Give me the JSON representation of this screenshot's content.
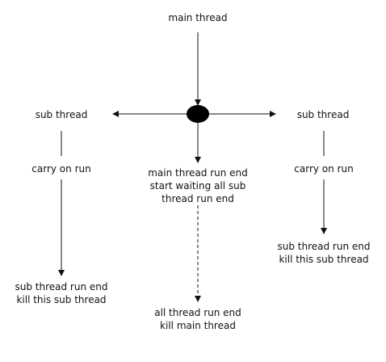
{
  "diagram": {
    "main_thread_label": "main thread",
    "left_sub_thread_label": "sub thread",
    "right_sub_thread_label": "sub thread",
    "left_carry_on_label": "carry on run",
    "right_carry_on_label": "carry on run",
    "main_end_lines": [
      "main thread run end",
      "start waiting all sub",
      "thread run end"
    ],
    "left_end_lines": [
      "sub thread run end",
      "kill this sub thread"
    ],
    "right_end_lines": [
      "sub thread run end",
      "kill this sub thread"
    ],
    "final_lines": [
      "all thread run end",
      "kill main thread"
    ]
  }
}
